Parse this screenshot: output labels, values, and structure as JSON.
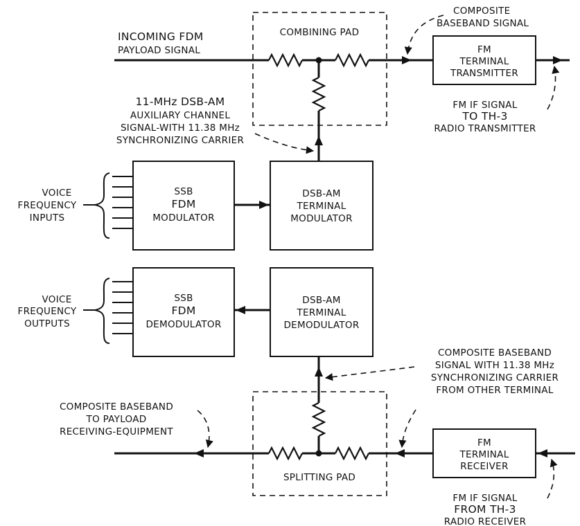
{
  "labels": {
    "composite_baseband_top": [
      "COMPOSITE",
      "BASEBAND SIGNAL"
    ],
    "incoming_fdm": [
      "INCOMING FDM",
      "PAYLOAD SIGNAL"
    ],
    "combining_pad": "COMBINING  PAD",
    "fm_transmitter": [
      "FM",
      "TERMINAL",
      "TRANSMITTER"
    ],
    "fm_if_to": [
      "FM IF SIGNAL",
      "TO  TH-3",
      "RADIO TRANSMITTER"
    ],
    "aux_channel": [
      "11-MHz  DSB-AM",
      "AUXILIARY CHANNEL",
      "SIGNAL-WITH 11.38 MHz",
      "SYNCHRONIZING CARRIER"
    ],
    "vf_inputs": [
      "VOICE",
      "FREQUENCY",
      "INPUTS"
    ],
    "ssb_modulator": [
      "SSB",
      "FDM",
      "MODULATOR"
    ],
    "dsb_modulator": [
      "DSB-AM",
      "TERMINAL",
      "MODULATOR"
    ],
    "vf_outputs": [
      "VOICE",
      "FREQUENCY",
      "OUTPUTS"
    ],
    "ssb_demodulator": [
      "SSB",
      "FDM",
      "DEMODULATOR"
    ],
    "dsb_demodulator": [
      "DSB-AM",
      "TERMINAL",
      "DEMODULATOR"
    ],
    "composite_with_sync": [
      "COMPOSITE BASEBAND",
      "SIGNAL WITH 11.38 MHz",
      "SYNCHRONIZING CARRIER",
      "FROM OTHER TERMINAL"
    ],
    "composite_to_payload": [
      "COMPOSITE BASEBAND",
      "TO  PAYLOAD",
      "RECEIVING-EQUIPMENT"
    ],
    "splitting_pad": "SPLITTING PAD",
    "fm_receiver": [
      "FM",
      "TERMINAL",
      "RECEIVER"
    ],
    "fm_if_from": [
      "FM IF SIGNAL",
      "FROM  TH-3",
      "RADIO RECEIVER"
    ]
  }
}
